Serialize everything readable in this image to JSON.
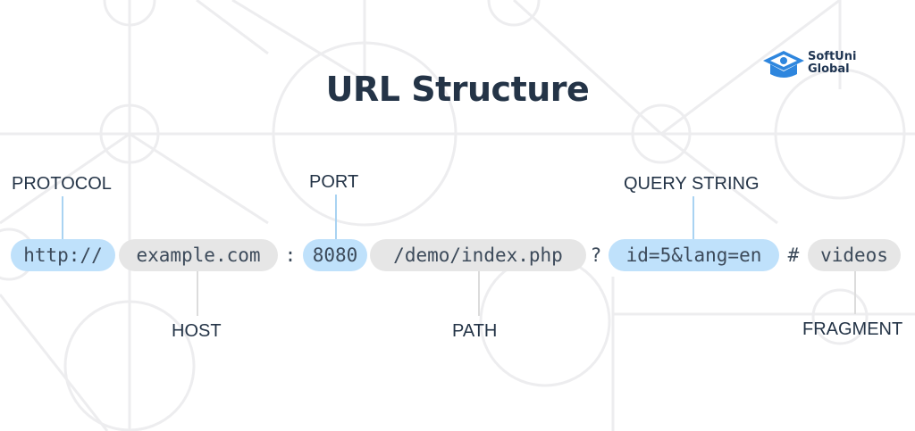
{
  "title": "URL Structure",
  "logo": {
    "line1": "SoftUni",
    "line2": "Global",
    "icon": "graduation-cap-icon"
  },
  "labels": {
    "protocol": "PROTOCOL",
    "port": "PORT",
    "query": "QUERY STRING",
    "host": "HOST",
    "path": "PATH",
    "fragment": "FRAGMENT"
  },
  "url": {
    "protocol": "http://",
    "host": "example.com",
    "sep_colon": ":",
    "port": "8080",
    "path": "/demo/index.php",
    "sep_question": "?",
    "query": "id=5&lang=en",
    "sep_hash": "#",
    "fragment": "videos"
  },
  "colors": {
    "highlight_blue": "#bfe1fb",
    "highlight_grey": "#e6e6e6",
    "title": "#243447",
    "logo_blue": "#2e86de"
  }
}
